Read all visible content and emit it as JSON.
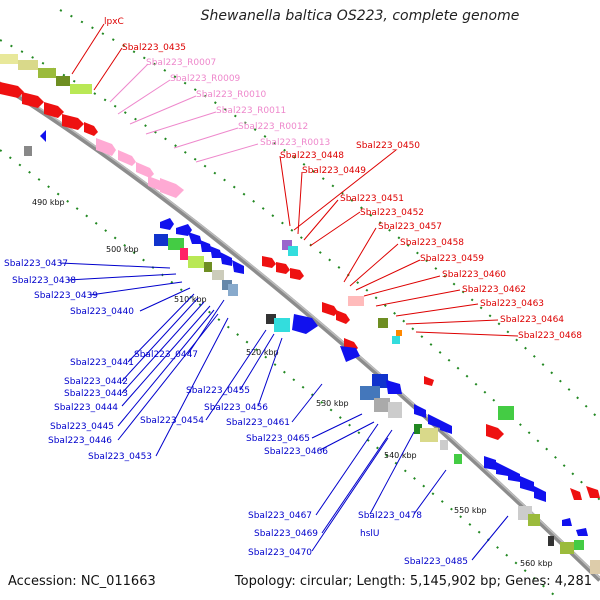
{
  "title": "Shewanella baltica OS223, complete genome",
  "accession": "Accession: NC_011663",
  "topology": "Topology: circular; Length: 5,145,902 bp; Genes: 4,281",
  "colors": {
    "backbone": "#8c8c8c",
    "red_label": "#dd0000",
    "pink_label": "#ee88cc",
    "blue_label": "#0000cc",
    "tick": "#228822"
  },
  "kbp_ticks": [
    "490 kbp",
    "500 kbp",
    "510 kbp",
    "520 kbp",
    "530 kbp",
    "540 kbp",
    "550 kbp",
    "560 kbp"
  ],
  "labels_red_top": [
    "lpxC",
    "Sbal223_0435"
  ],
  "labels_pink": [
    "Sbal223_R0007",
    "Sbal223_R0009",
    "Sbal223_R0010",
    "Sbal223_R0011",
    "Sbal223_R0012",
    "Sbal223_R0013"
  ],
  "labels_red_right": [
    "Sbal223_0448",
    "Sbal223_0450",
    "Sbal223_0449",
    "Sbal223_0451",
    "Sbal223_0452",
    "Sbal223_0457",
    "Sbal223_0458",
    "Sbal223_0459",
    "Sbal223_0460",
    "Sbal223_0462",
    "Sbal223_0463",
    "Sbal223_0464",
    "Sbal223_0468"
  ],
  "labels_blue_left": [
    "Sbal223_0437",
    "Sbal223_0438",
    "Sbal223_0439",
    "Sbal223_0440",
    "Sbal223_0441",
    "Sbal223_0447",
    "Sbal223_0442",
    "Sbal223_0443",
    "Sbal223_0444",
    "Sbal223_0445",
    "Sbal223_0446",
    "Sbal223_0453"
  ],
  "labels_blue_mid": [
    "Sbal223_0455",
    "Sbal223_0456",
    "Sbal223_0454",
    "Sbal223_0461",
    "Sbal223_0465",
    "Sbal223_0466"
  ],
  "labels_blue_bottom": [
    "Sbal223_0467",
    "Sbal223_0469",
    "hslU",
    "Sbal223_0478",
    "Sbal223_0470",
    "Sbal223_0485"
  ]
}
